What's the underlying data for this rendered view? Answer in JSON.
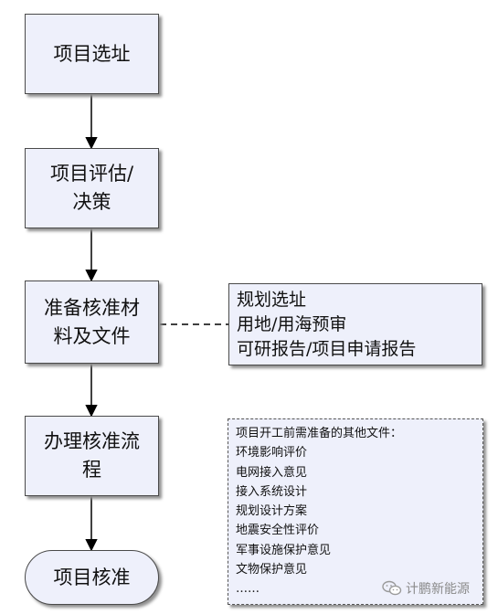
{
  "flow": {
    "step1": "项目选址",
    "step2": "项目评估/\n决策",
    "step3": "准备核准材\n料及文件",
    "step4": "办理核准流\n程",
    "end": "项目核准"
  },
  "materials": {
    "items": [
      "规划选址",
      "用地/用海预审",
      "可研报告/项目申请报告"
    ]
  },
  "other_files": {
    "title": "项目开工前需准备的其他文件：",
    "items": [
      "环境影响评价",
      "电网接入意见",
      "接入系统设计",
      "规划设计方案",
      "地震安全性评价",
      "军事设施保护意见",
      "文物保护意见",
      "……"
    ]
  },
  "watermark": {
    "text": "计鹏新能源",
    "icon": "wechat-icon"
  }
}
